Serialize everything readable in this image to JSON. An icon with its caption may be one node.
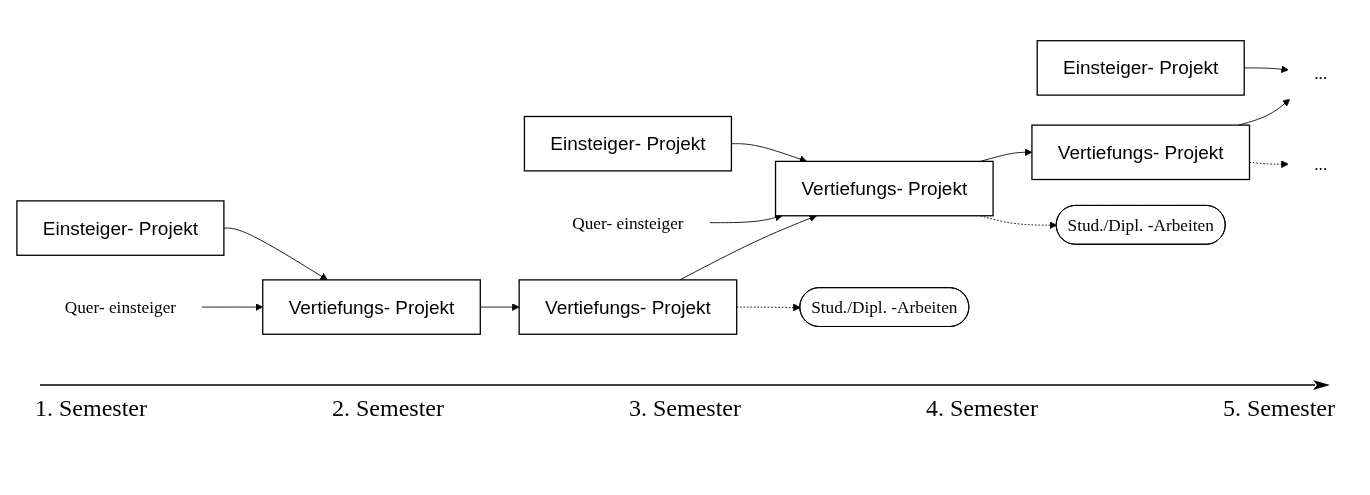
{
  "diagram": {
    "nodes": [
      {
        "text": [
          "Quer- einsteiger"
        ]
      },
      {
        "text": [
          "Einsteiger- Projekt"
        ]
      },
      {
        "text": [
          "Quer- einsteiger"
        ]
      },
      {
        "text": [
          "Einsteiger- Projekt"
        ]
      },
      {
        "text": [
          "Einsteiger- Projekt"
        ]
      },
      {
        "text": [
          "Vertiefungs- Projekt"
        ]
      },
      {
        "text": [
          "Vertiefungs- Projekt"
        ]
      },
      {
        "text": [
          "Vertiefungs- Projekt"
        ]
      },
      {
        "text": [
          "Vertiefungs- Projekt"
        ]
      },
      {
        "text": [
          "..."
        ]
      },
      {
        "text": [
          "Stud./Dipl. -Arbeiten"
        ]
      },
      {
        "text": [
          "Stud./Dipl. -Arbeiten"
        ]
      },
      {
        "text": [
          "..."
        ]
      }
    ],
    "edges": [
      {
        "from": 4,
        "to": 5,
        "arrow": "to"
      },
      {
        "from": 0,
        "to": 5,
        "arrow": "to"
      },
      {
        "from": 5,
        "to": 6,
        "arrow": "to"
      },
      {
        "from": 6,
        "to": 7,
        "arrow": "to"
      },
      {
        "from": 1,
        "to": 7,
        "arrow": "to"
      },
      {
        "from": 2,
        "to": 7,
        "arrow": "to"
      },
      {
        "from": 7,
        "to": 8,
        "arrow": "to"
      },
      {
        "from": 8,
        "to": 9,
        "arrow": "to"
      },
      {
        "from": 3,
        "to": 9,
        "arrow": "to"
      },
      {
        "from": 6,
        "to": 10,
        "arrow": "to",
        "style": "dashed"
      },
      {
        "from": 7,
        "to": 11,
        "arrow": "to",
        "style": "dashed"
      },
      {
        "from": 8,
        "to": 12,
        "arrow": "to",
        "style": "dashed"
      }
    ],
    "labels": [
      "1. Semester",
      "2. Semester",
      "3. Semester",
      "4. Semester",
      "5. Semester"
    ]
  }
}
